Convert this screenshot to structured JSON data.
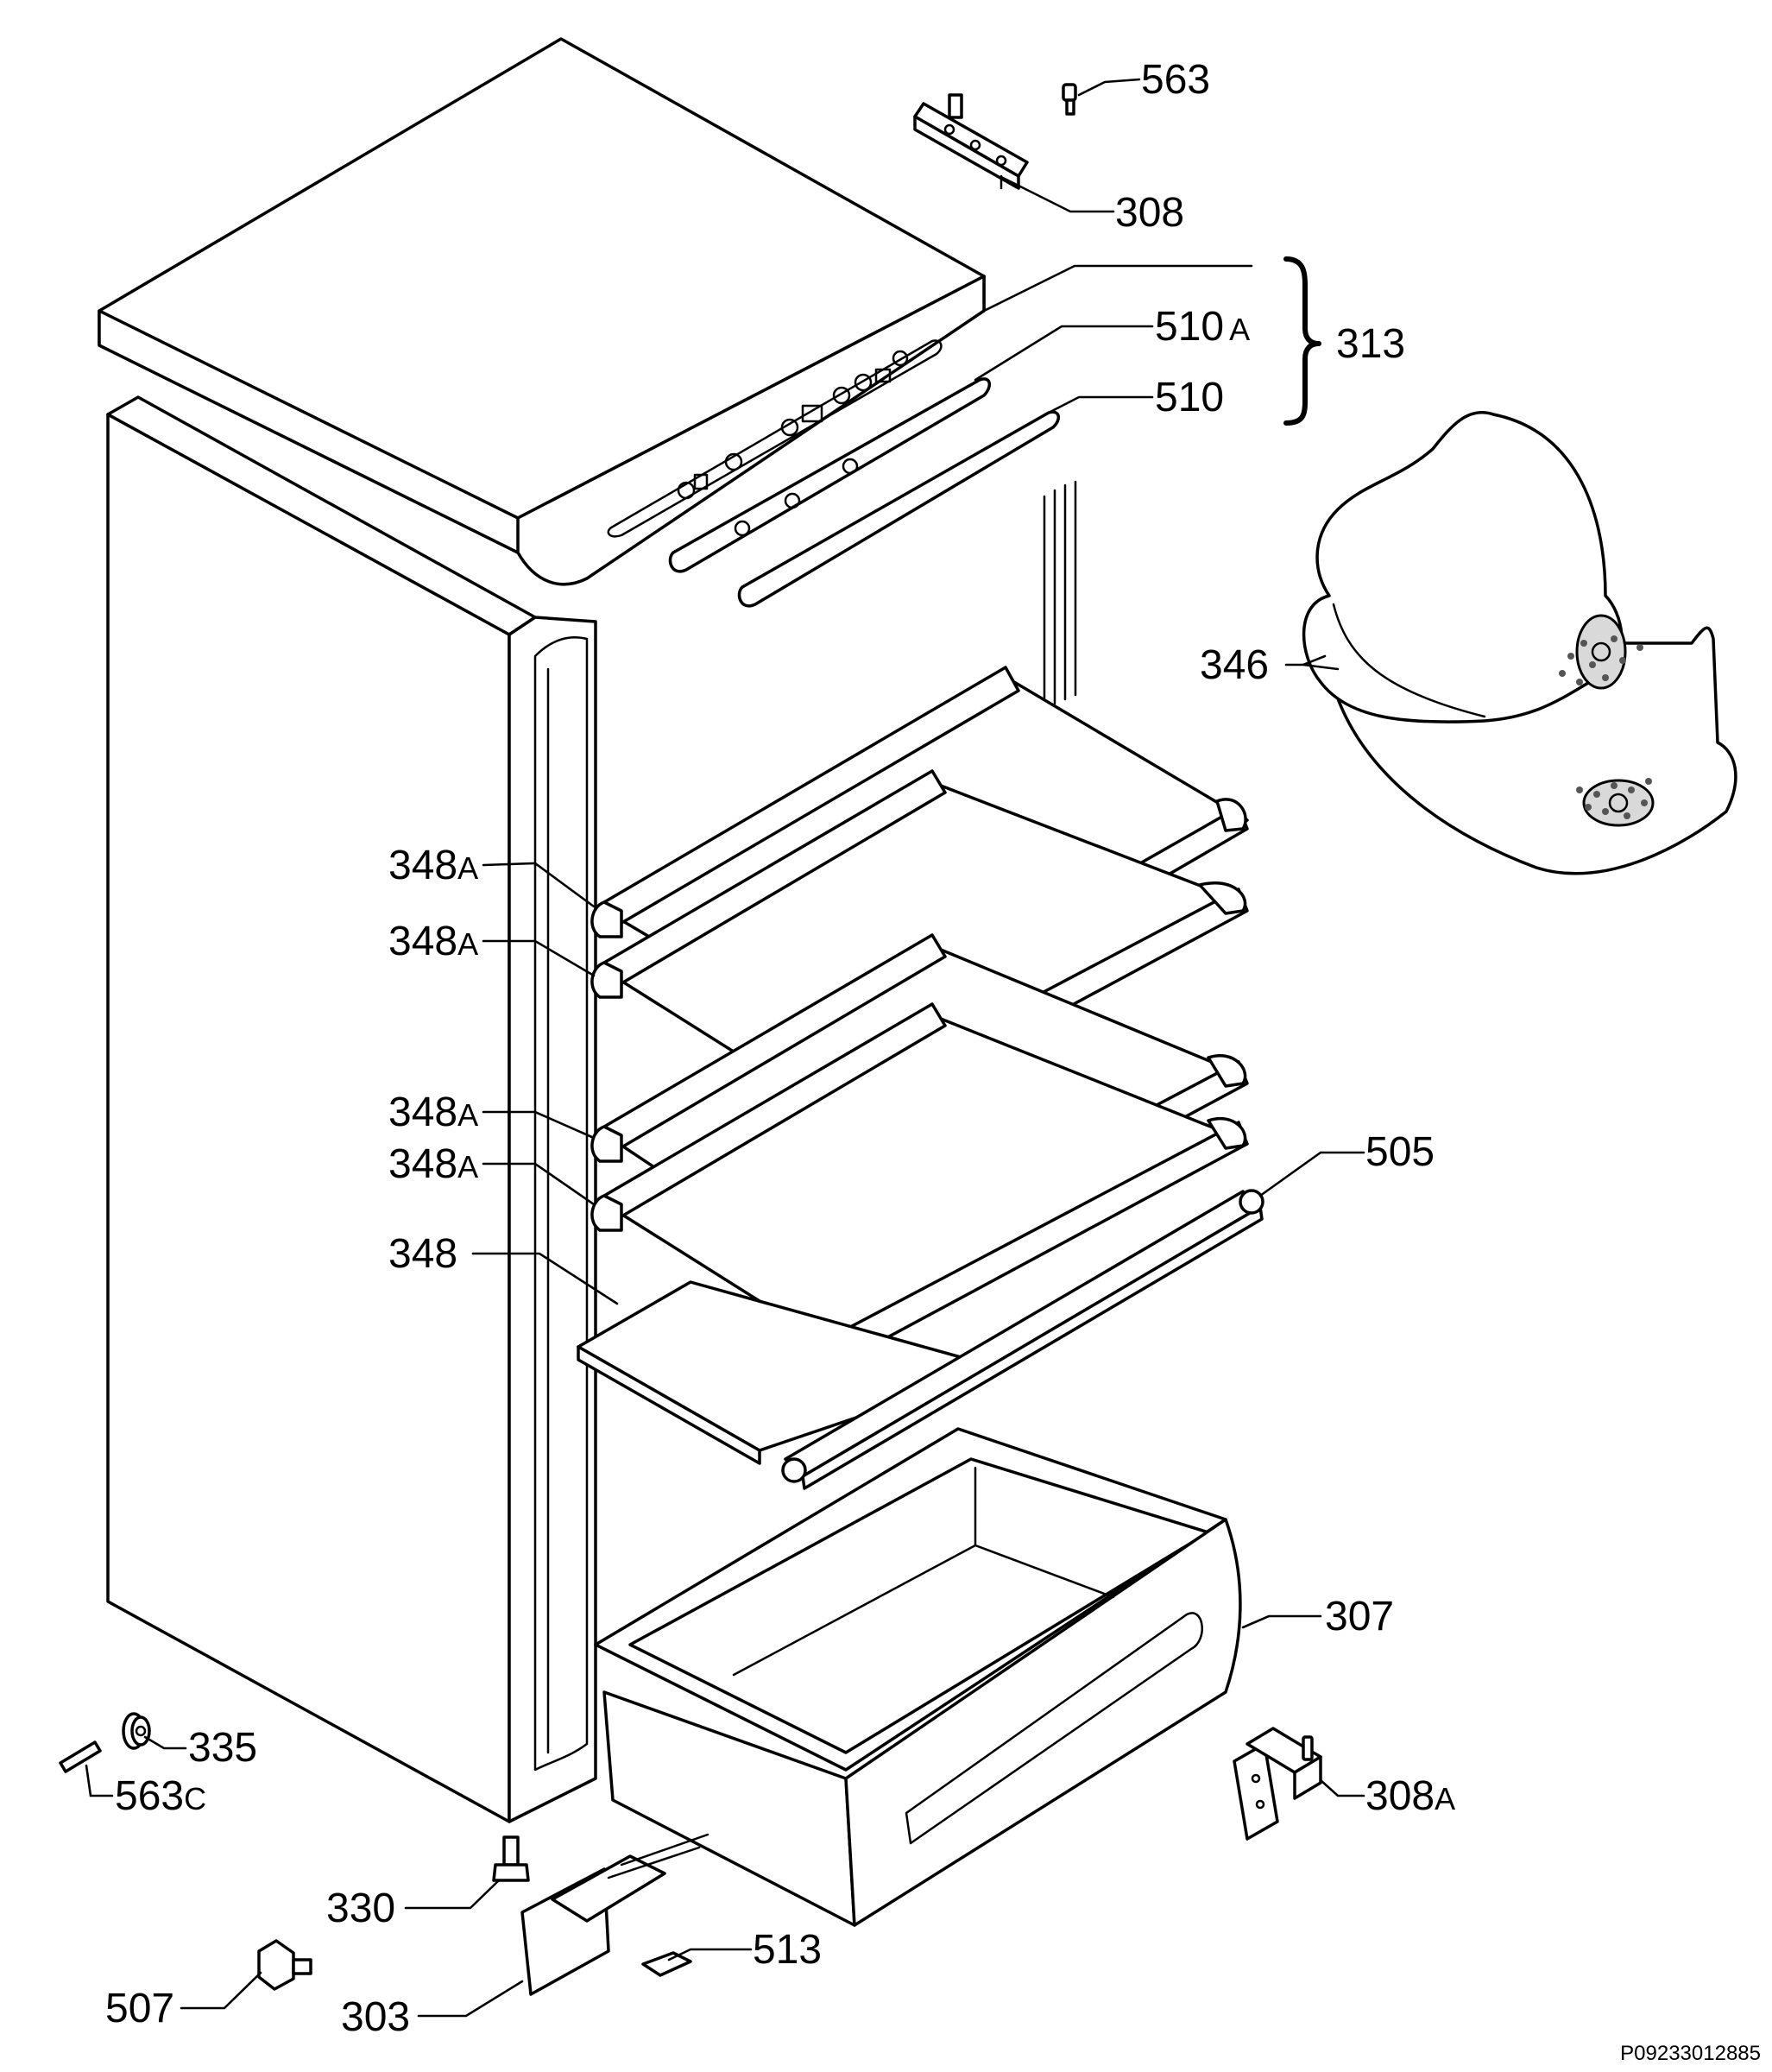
{
  "callouts": {
    "c563": "563",
    "c308": "308",
    "c510A_num": "510",
    "c510A_suf": "A",
    "c510": "510",
    "c313": "313",
    "c346": "346",
    "c348A_1_num": "348",
    "c348A_1_suf": "A",
    "c348A_2_num": "348",
    "c348A_2_suf": "A",
    "c348A_3_num": "348",
    "c348A_3_suf": "A",
    "c348A_4_num": "348",
    "c348A_4_suf": "A",
    "c348": "348",
    "c505": "505",
    "c307": "307",
    "c335": "335",
    "c563C_num": "563",
    "c563C_suf": "C",
    "c308A_num": "308",
    "c308A_suf": "A",
    "c330": "330",
    "c513": "513",
    "c507": "507",
    "c303": "303"
  },
  "drawing_code": "P09233012885",
  "colors": {
    "line": "#000000",
    "background": "#ffffff",
    "perforation": "#555555"
  }
}
